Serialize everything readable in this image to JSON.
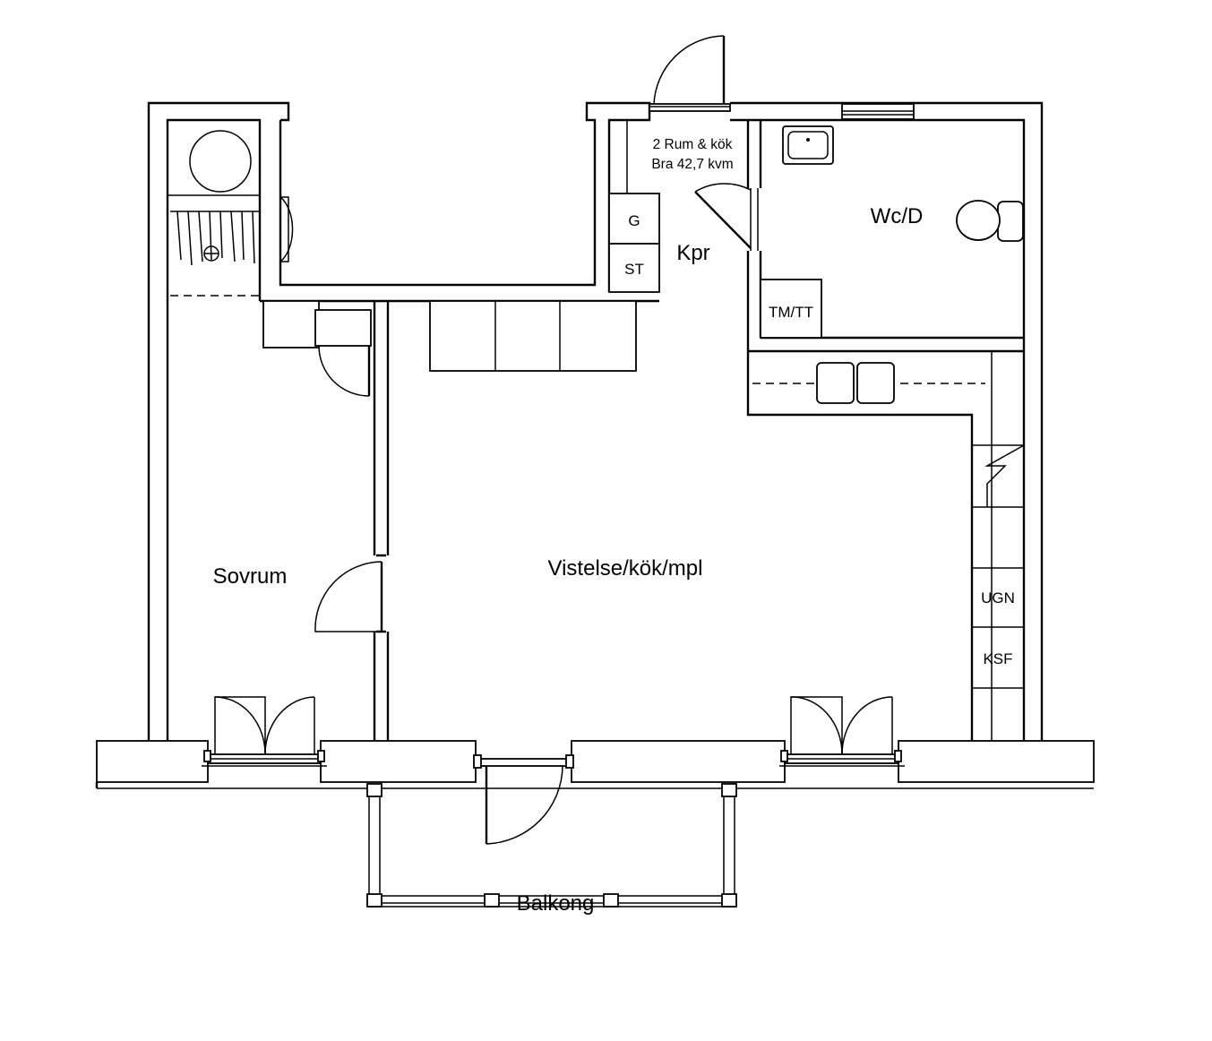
{
  "plan": {
    "info_line_1": "2 Rum & kök",
    "info_line_2": "Bra 42,7 kvm"
  },
  "rooms": {
    "sovrum": "Sovrum",
    "vistelse": "Vistelse/kök/mpl",
    "wc": "Wc/D",
    "kpr": "Kpr",
    "balkong": "Balkong"
  },
  "fixtures": {
    "g": "G",
    "st": "ST",
    "tmtt": "TM/TT",
    "ugn": "UGN",
    "ksf": "KSF"
  }
}
